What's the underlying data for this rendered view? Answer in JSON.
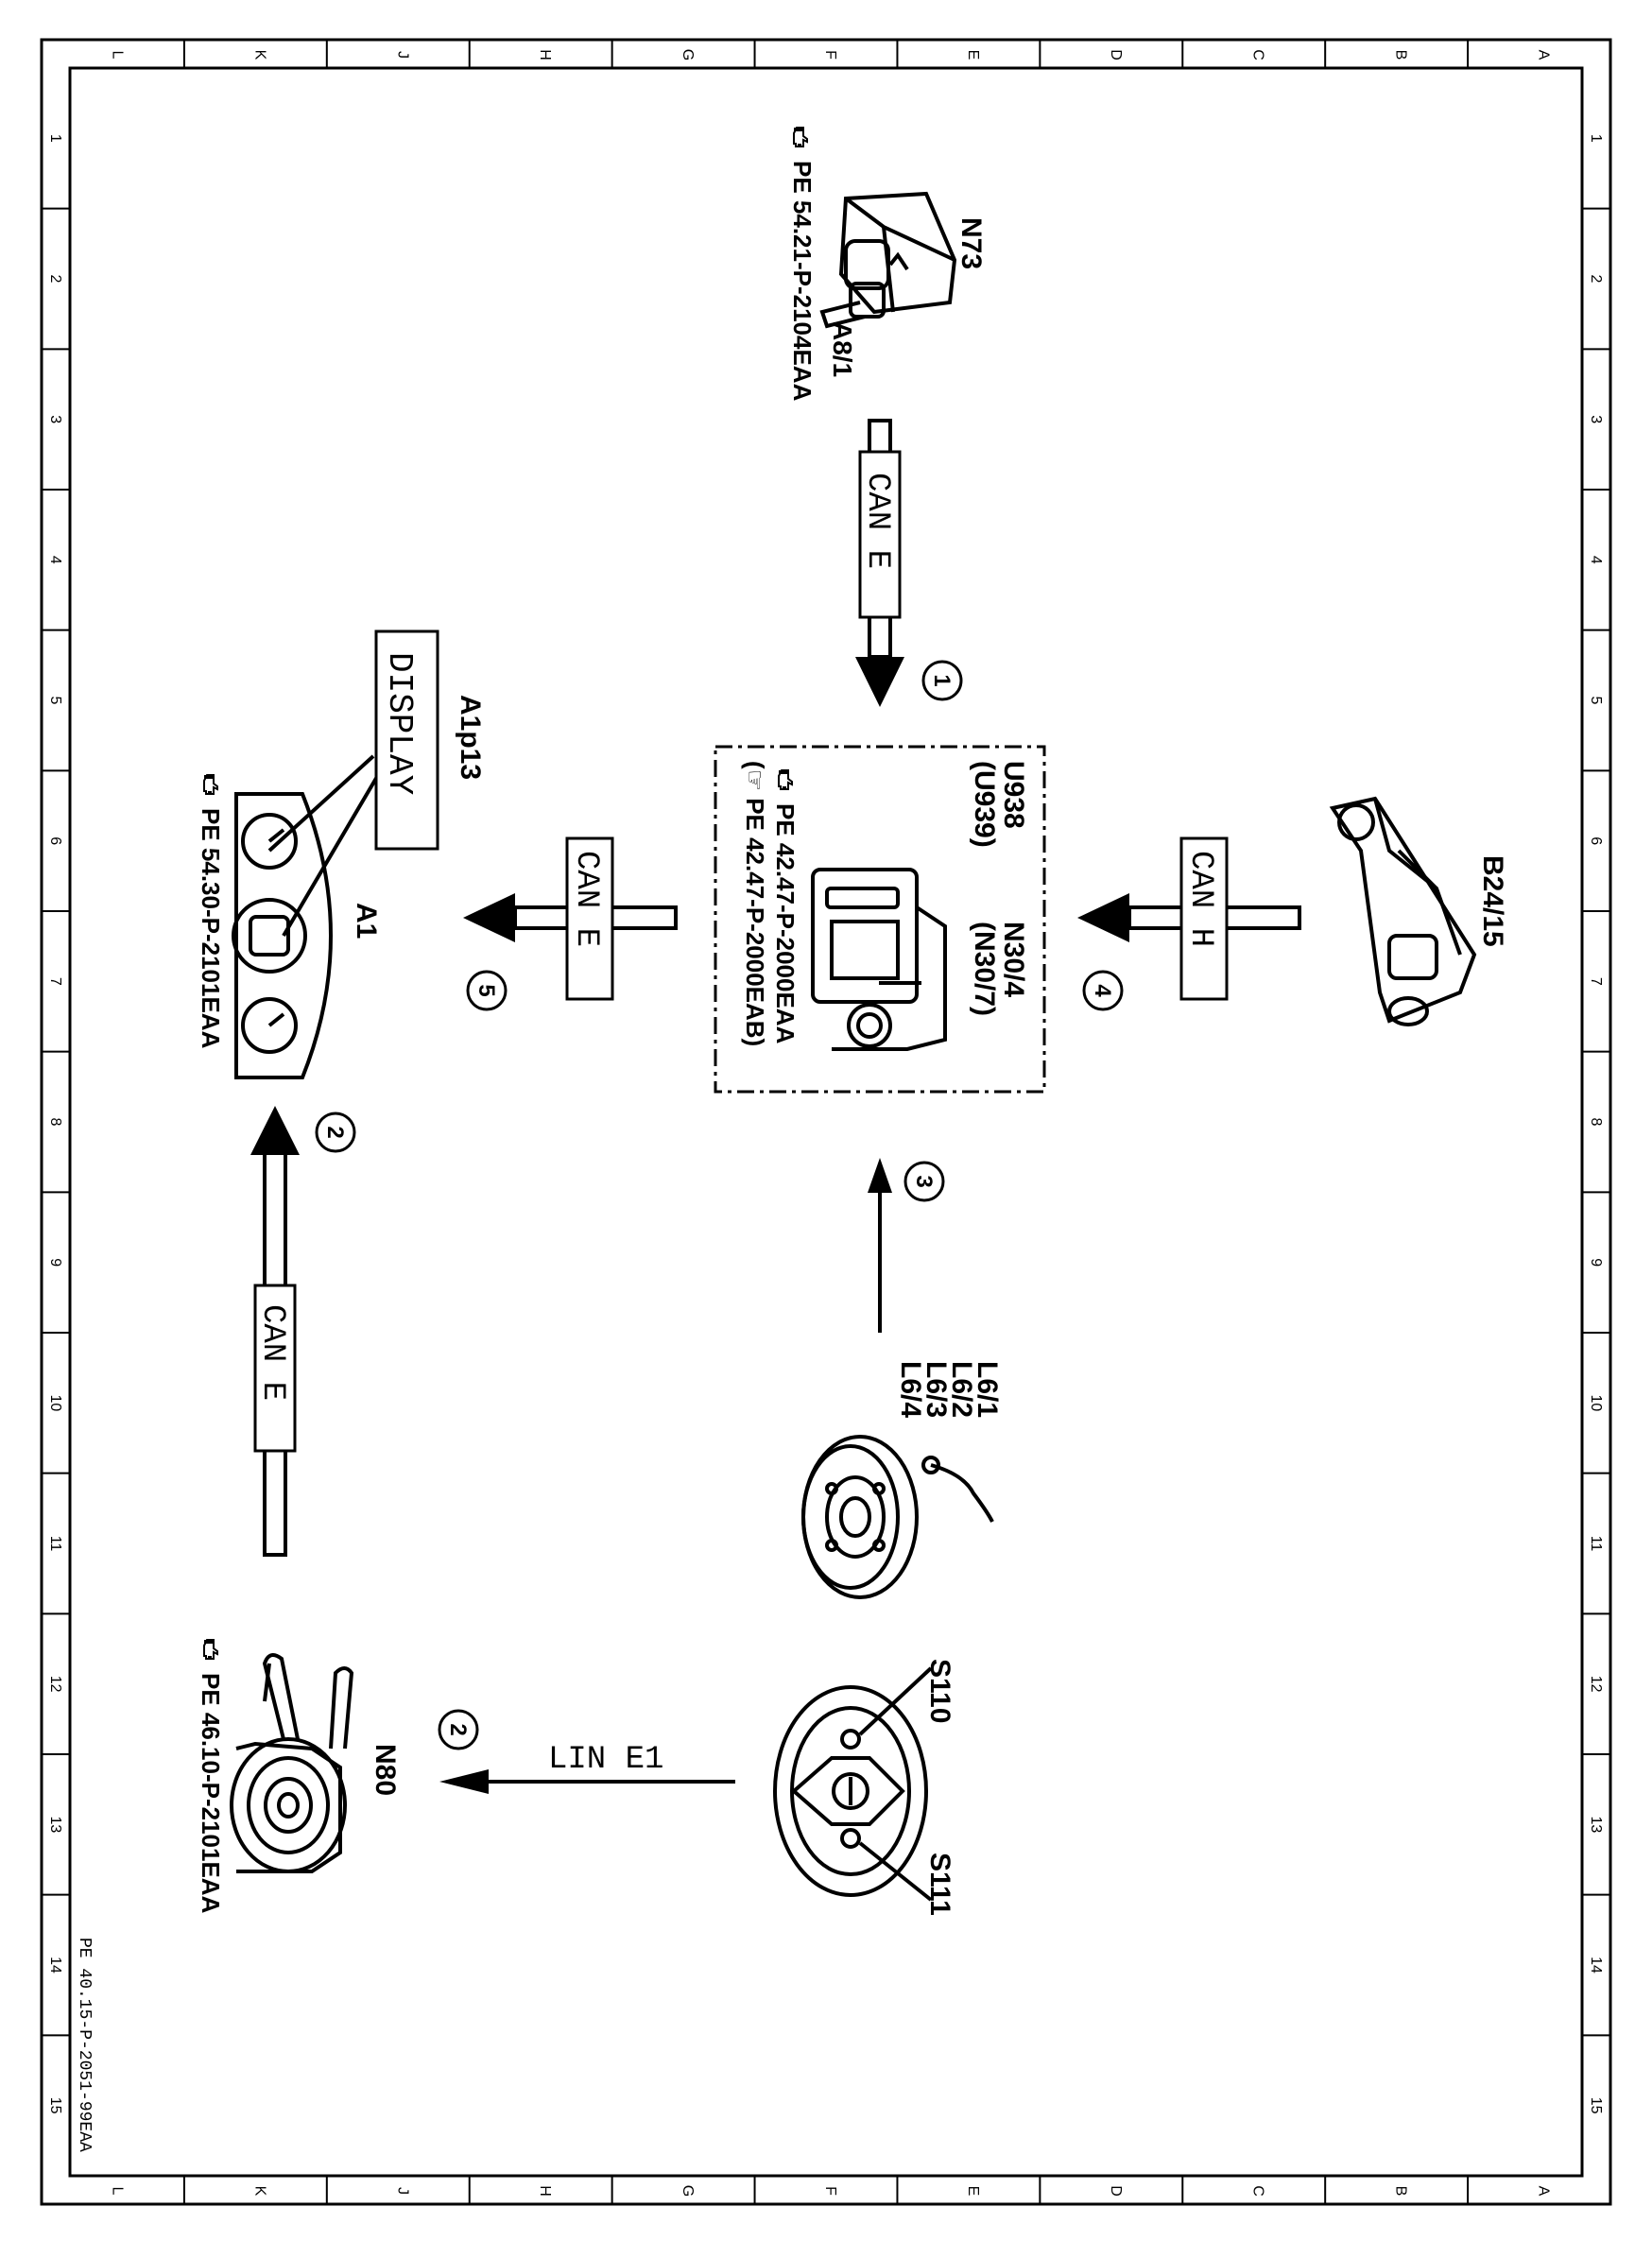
{
  "grid": {
    "columns": [
      "L",
      "K",
      "J",
      "H",
      "G",
      "F",
      "E",
      "D",
      "C",
      "B",
      "A"
    ],
    "rows": [
      "1",
      "2",
      "3",
      "4",
      "5",
      "6",
      "7",
      "8",
      "9",
      "10",
      "11",
      "12",
      "13",
      "14",
      "15"
    ]
  },
  "doc_id": "PE 40.15-P-2051-99EAA",
  "components": {
    "n73": {
      "code": "N73",
      "sub": "A8/1",
      "ref": "PE 54.21-P-2104EAA"
    },
    "u938": {
      "line1_left": "U938",
      "line2_left": "(U939)",
      "line1_right": "N30/4",
      "line2_right": "(N30/7)",
      "ref1": "PE 42.47-P-2000EAA",
      "ref2": "(☞ PE 42.47-P-2000EAB)"
    },
    "b24": {
      "code": "B24/15"
    },
    "a1": {
      "code": "A1",
      "ref": "PE 54.30-P-2101EAA"
    },
    "a1p13": {
      "code": "A1p13",
      "display_text": "DISPLAY"
    },
    "l6": {
      "lines": [
        "L6/1",
        "L6/2",
        "L6/3",
        "L6/4"
      ]
    },
    "n80": {
      "code": "N80",
      "ref": "PE 46.10-P-2101EAA"
    },
    "s110": {
      "code": "S110"
    },
    "s111": {
      "code": "S111"
    }
  },
  "connections": {
    "c1": {
      "label": "CAN E",
      "step": "1"
    },
    "c2": {
      "label": "CAN E",
      "step": "2"
    },
    "c3": {
      "label": "",
      "step": "3"
    },
    "c4": {
      "label": "CAN H",
      "step": "4"
    },
    "c5": {
      "label": "CAN E",
      "step": "5"
    },
    "c6": {
      "label": "LIN E1",
      "step": "2"
    }
  },
  "ref_icon": "pointing-hand-icon"
}
